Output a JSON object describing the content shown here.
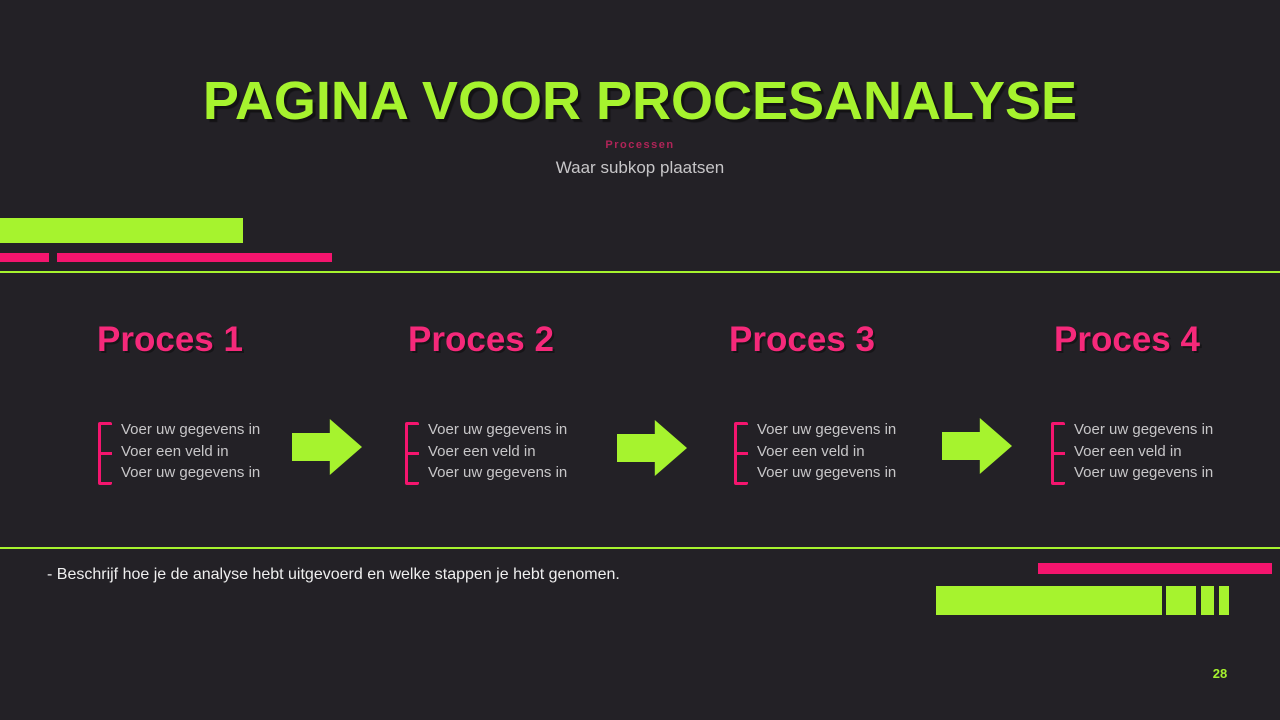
{
  "slide": {
    "title": "PAGINA VOOR PROCESANALYSE",
    "eyebrow": "Processen",
    "subtitle": "Waar subkop plaatsen",
    "footer_note": "- Beschrijf hoe je de analyse hebt uitgevoerd en welke stappen je hebt genomen.",
    "page_number": "28"
  },
  "processes": [
    {
      "title": "Proces 1",
      "items": [
        "Voer uw gegevens in",
        "Voer een veld in",
        "Voer uw gegevens in"
      ]
    },
    {
      "title": "Proces 2",
      "items": [
        "Voer uw gegevens in",
        "Voer een veld in",
        "Voer uw gegevens in"
      ]
    },
    {
      "title": "Proces 3",
      "items": [
        "Voer uw gegevens in",
        "Voer een veld in",
        "Voer uw gegevens in"
      ]
    },
    {
      "title": "Proces 4",
      "items": [
        "Voer uw gegevens in",
        "Voer een veld in",
        "Voer uw gegevens in"
      ]
    }
  ],
  "icons": {
    "arrow_right": "block-arrow-right"
  },
  "colors": {
    "background": "#232126",
    "green": "#a6f32e",
    "pink": "#f4156e",
    "heading-pink": "#f5297a",
    "eyebrow-pink": "#b02458",
    "text-gray": "#c7c6c8",
    "text-light": "#efefef"
  }
}
